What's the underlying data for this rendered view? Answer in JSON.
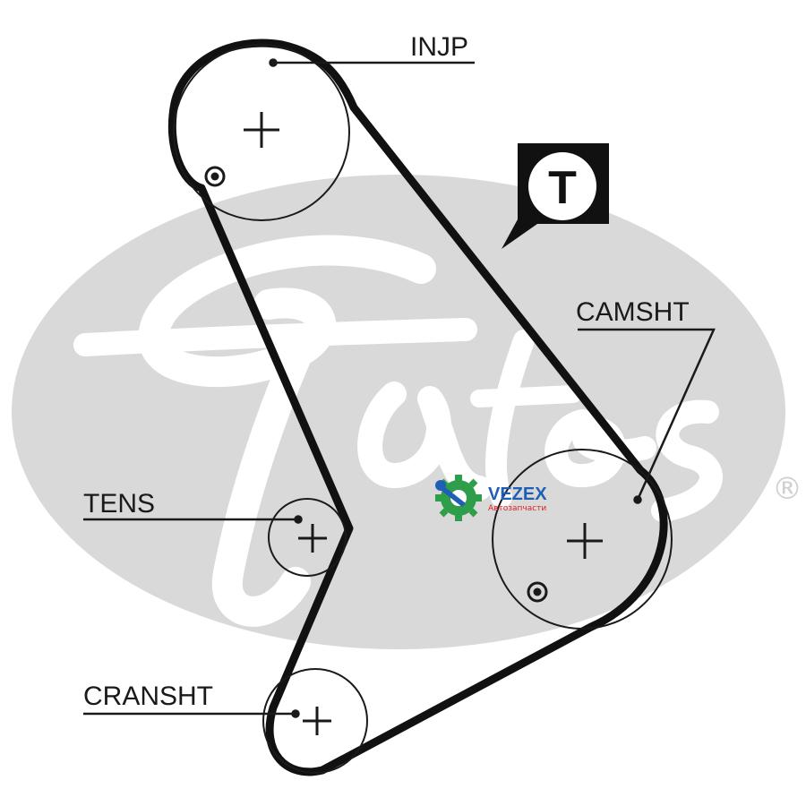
{
  "labels": {
    "injp": "INJP",
    "camsht": "CAMSHT",
    "tens": "TENS",
    "cransht": "CRANSHT"
  },
  "tensioner_badge": {
    "letter": "T"
  },
  "brand_watermark": {
    "registered_mark": "®",
    "color": "#d9d9d9"
  },
  "shop_watermark": {
    "name": "VEZEX",
    "subtitle": "Автозапчасти",
    "name_color": "#1f5fb4",
    "subtitle_color": "#e02020",
    "gear_color": "#2e9e4a"
  },
  "colors": {
    "belt": "#111111",
    "pulley_outline": "#1a1a1a",
    "background": "#ffffff"
  }
}
